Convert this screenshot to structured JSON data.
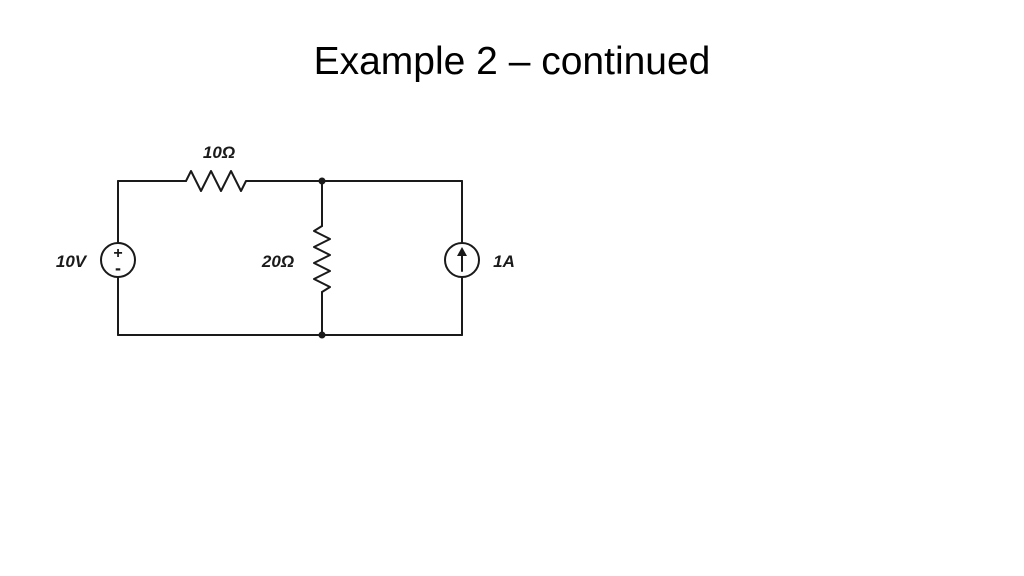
{
  "slide": {
    "title": "Example 2 – continued"
  },
  "circuit": {
    "components": {
      "series_resistor": {
        "label": "10Ω",
        "kind": "resistor"
      },
      "shunt_resistor": {
        "label": "20Ω",
        "kind": "resistor"
      },
      "voltage_source": {
        "label": "10V",
        "kind": "independent voltage source",
        "plus": "+",
        "minus": "-"
      },
      "current_source": {
        "label": "1A",
        "kind": "independent current source",
        "direction": "up"
      }
    },
    "line_color": "#1a1a1a"
  }
}
